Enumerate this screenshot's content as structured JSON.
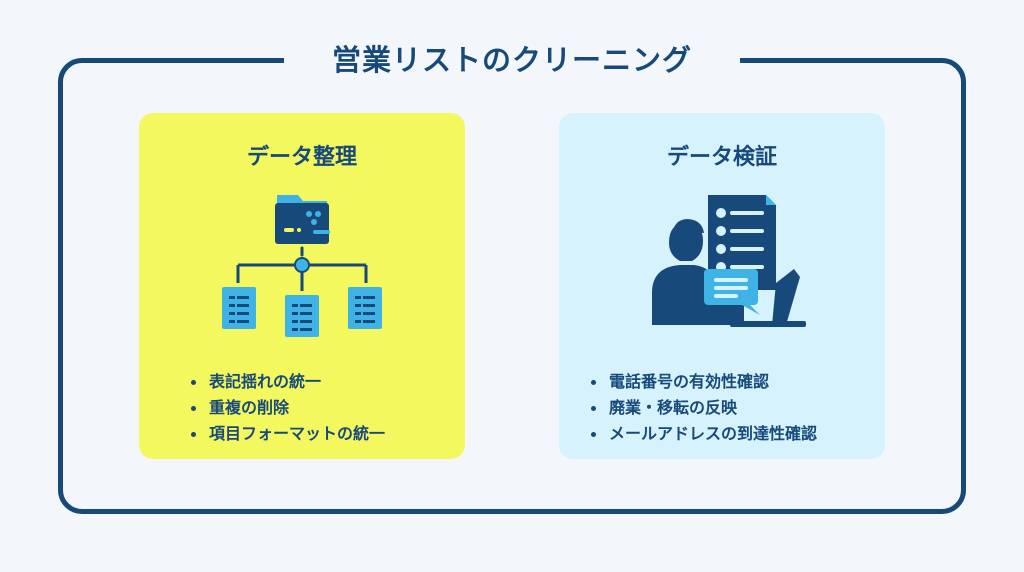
{
  "title": "営業リストのクリーニング",
  "colors": {
    "navy": "#17497a",
    "yellow_card": "#f3f85f",
    "blue_card": "#d6f2fd",
    "accent_blue": "#3fb3e6",
    "background": "#f3f7fb"
  },
  "cards": [
    {
      "title": "データ整理",
      "icon": "folder-hierarchy-icon",
      "items": [
        "表記揺れの統一",
        "重複の削除",
        "項目フォーマットの統一"
      ]
    },
    {
      "title": "データ検証",
      "icon": "person-checklist-laptop-icon",
      "items": [
        "電話番号の有効性確認",
        "廃業・移転の反映",
        "メールアドレスの到達性確認"
      ]
    }
  ]
}
